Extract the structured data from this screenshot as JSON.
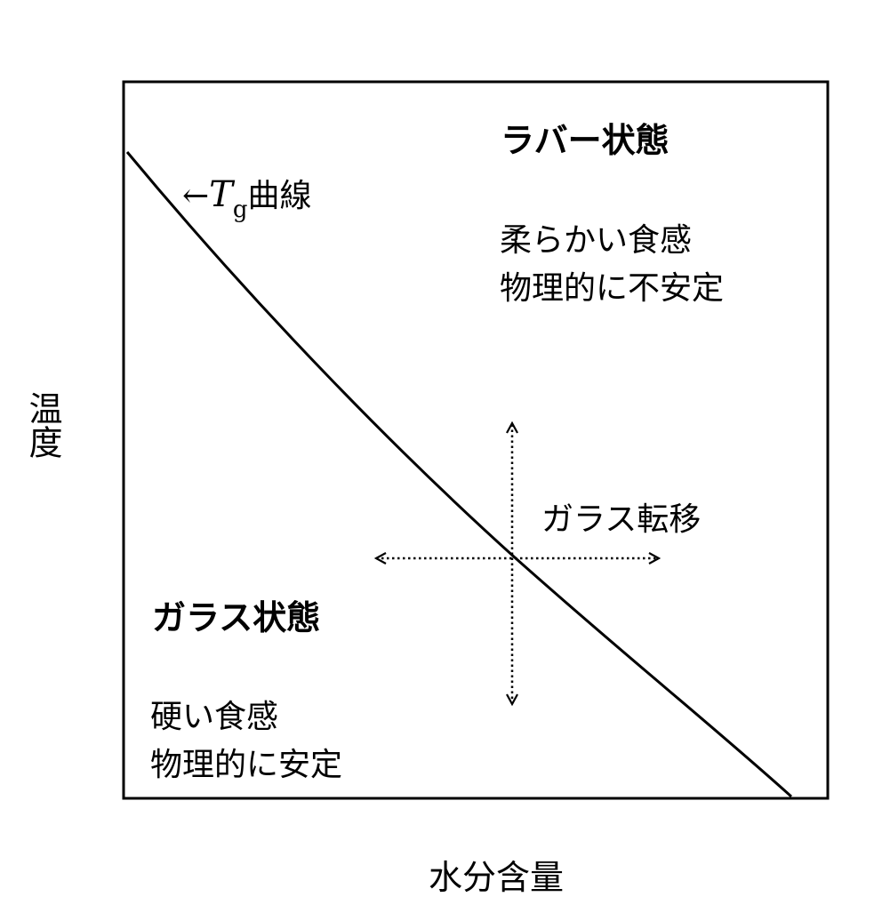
{
  "axes": {
    "x_label": "水分含量",
    "y_label": "温度"
  },
  "curve": {
    "arrow": "←",
    "symbol": "T",
    "subscript": "g",
    "name": "曲線"
  },
  "rubber_region": {
    "title": "ラバー状態",
    "line1": "柔らかい食感",
    "line2": "物理的に不安定"
  },
  "glass_region": {
    "title": "ガラス状態",
    "line1": "硬い食感",
    "line2": "物理的に安定"
  },
  "transition": {
    "label": "ガラス転移"
  }
}
